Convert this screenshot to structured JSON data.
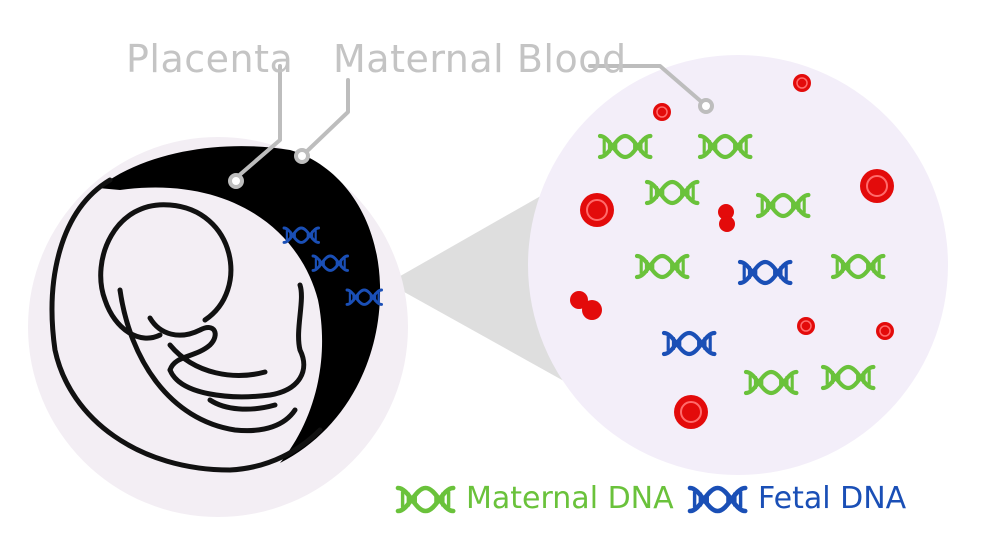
{
  "labels": {
    "placenta": "Placenta",
    "maternal_blood": "Maternal Blood"
  },
  "legend": {
    "maternal_dna": "Maternal DNA",
    "fetal_dna": "Fetal DNA"
  },
  "colors": {
    "label_gray": "#c4c4c4",
    "callout_gray": "#bdbdbd",
    "womb_fill": "#f3eef4",
    "blood_fill": "#f3eef9",
    "maternal_dna": "#6ac23b",
    "fetal_dna": "#1a4fb6",
    "red_cell": "#e30b0b",
    "placenta": "#000000",
    "zoom_cone": "#dedede"
  },
  "icons": {
    "dna": "dna-helix-icon",
    "cell": "red-blood-cell-icon",
    "fetus": "fetus-outline-icon"
  }
}
